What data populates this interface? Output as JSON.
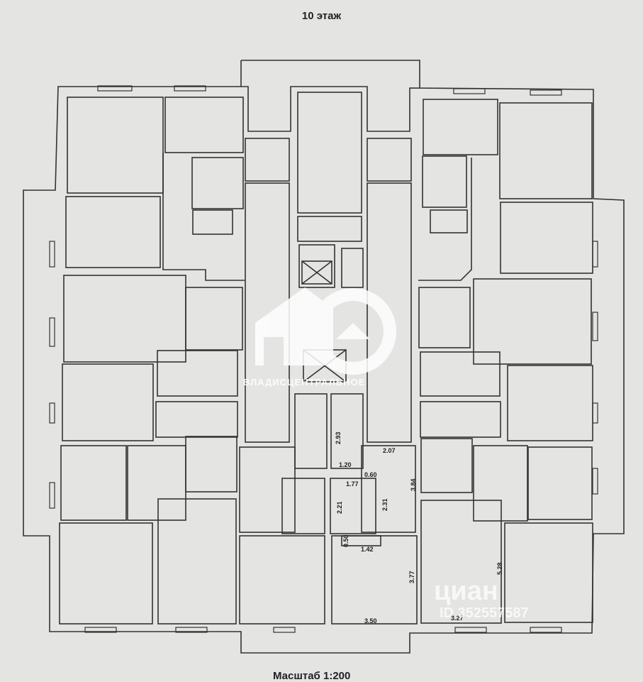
{
  "title": "10 этаж",
  "scale": "Масштаб 1:200",
  "dimensions": [
    "2.93",
    "2.07",
    "1.20",
    "0.60",
    "1.77",
    "3.84",
    "2.21",
    "2.31",
    "0.50",
    "1.42",
    "3.77",
    "5.28",
    "3.50",
    "3.27"
  ],
  "watermarks": {
    "logo_text": "ВЛАДИСЦЕНТРАЛЬНОЕ",
    "cian_brand": "циан",
    "cian_id": "ID 352557587"
  },
  "colors": {
    "background": "#e4e4e2",
    "lines": "#333333",
    "watermark": "#ffffff"
  }
}
